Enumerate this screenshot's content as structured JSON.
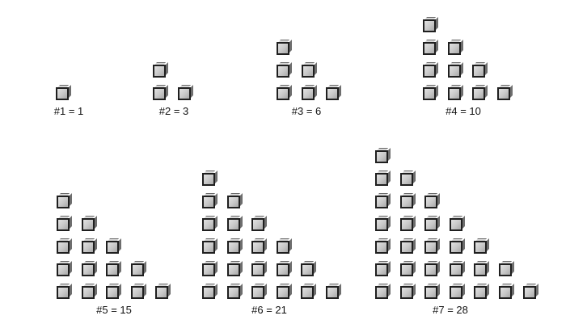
{
  "figures": [
    {
      "label": "#1 = 1",
      "n": 1
    },
    {
      "label": "#2 = 3",
      "n": 2
    },
    {
      "label": "#3 = 6",
      "n": 3
    },
    {
      "label": "#4 = 10",
      "n": 4
    },
    {
      "label": "#5 = 15",
      "n": 5
    },
    {
      "label": "#6 = 21",
      "n": 6
    },
    {
      "label": "#7 = 28",
      "n": 7
    }
  ]
}
